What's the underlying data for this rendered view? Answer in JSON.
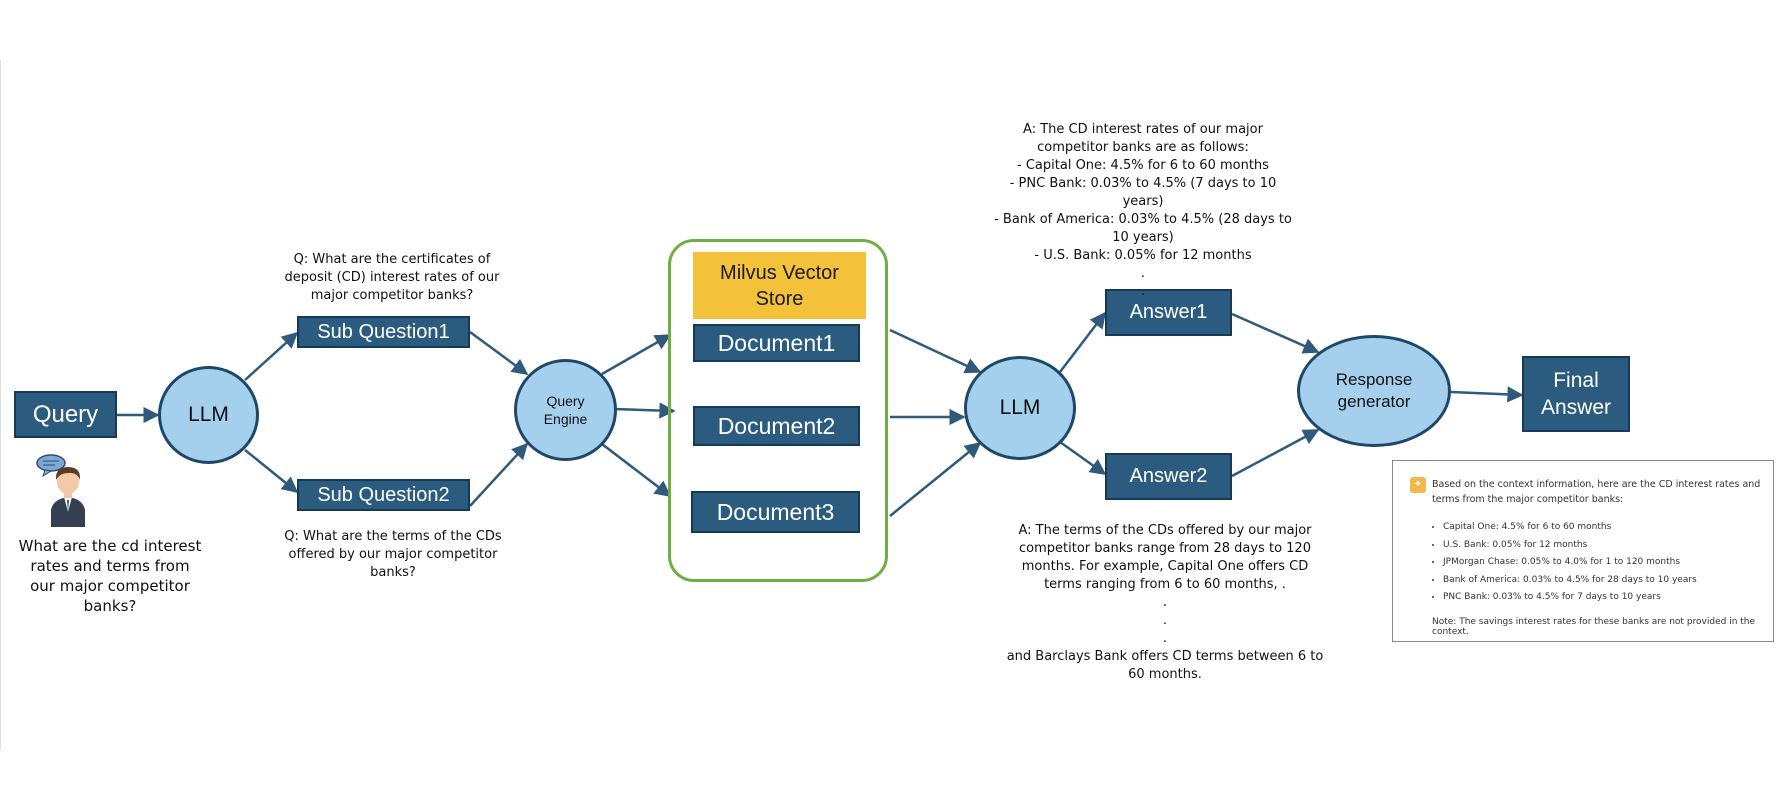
{
  "nodes": {
    "query": "Query",
    "llm_left": "LLM",
    "sub_question_1": "Sub Question1",
    "sub_question_2": "Sub Question2",
    "query_engine": "Query Engine",
    "vector_store": "Milvus Vector Store",
    "documents": [
      "Document1",
      "Document2",
      "Document3"
    ],
    "llm_right": "LLM",
    "answer_1": "Answer1",
    "answer_2": "Answer2",
    "response_generator": "Response generator",
    "final_answer": "Final Answer"
  },
  "captions": {
    "user_question": "What are the cd interest rates and terms from our major competitor banks?",
    "sub_question_1": "Q: What are the certificates of deposit (CD) interest rates of our major competitor banks?",
    "sub_question_2": "Q: What are the terms of the CDs offered by our major competitor banks?",
    "answer_1": [
      "A: The CD interest rates of our major competitor banks are as follows:",
      "- Capital One: 4.5% for 6 to 60 months",
      "- PNC Bank: 0.03% to 4.5% (7 days to 10 years)",
      "- Bank of America: 0.03% to 4.5% (28 days to 10 years)",
      "- U.S. Bank: 0.05% for 12 months",
      ".",
      "."
    ],
    "answer_2": [
      "A: The terms of the CDs offered by our major competitor banks range from 28 days to 120 months. For example, Capital One offers CD terms ranging from 6 to 60 months, .",
      ".",
      ".",
      ".",
      "and Barclays Bank offers CD terms between 6 to 60 months."
    ]
  },
  "final_output": {
    "intro": "Based on the context information, here are the CD interest rates and terms from the major competitor banks:",
    "items": [
      "Capital One: 4.5% for 6 to 60 months",
      "U.S. Bank: 0.05% for 12 months",
      "JPMorgan Chase: 0.05% to 4.0% for 1 to 120 months",
      "Bank of America: 0.03% to 4.5% for 28 days to 10 years",
      "PNC Bank: 0.03% to 4.5% for 7 days to 10 years"
    ],
    "note": "Note: The savings interest rates for these banks are not provided in the context."
  },
  "colors": {
    "box_fill": "#2b5c80",
    "circle_fill": "#a4d0ee",
    "store_header": "#f4c13b",
    "store_border": "#6fae44",
    "arrow": "#2f5a7b"
  },
  "icons": {
    "user": "person-with-speech-bubble-icon",
    "answer_card": "assistant-icon"
  }
}
